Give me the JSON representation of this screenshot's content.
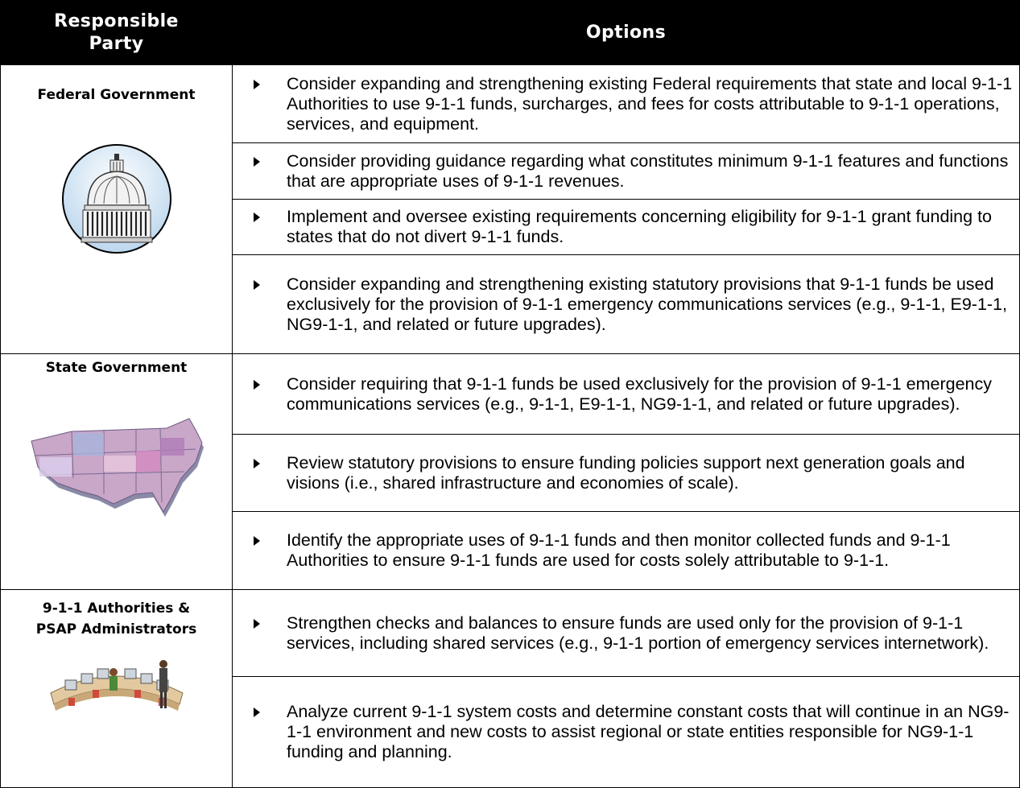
{
  "table": {
    "header": {
      "party": "Responsible Party",
      "options": "Options"
    },
    "groups": [
      {
        "party": "Federal Government",
        "icon": "capitol-dome-icon",
        "options": [
          "Consider expanding and strengthening existing Federal requirements that state and local 9-1-1 Authorities to use 9-1-1 funds, surcharges, and fees for costs attributable to 9-1-1 operations, services, and equipment.",
          "Consider providing guidance regarding what constitutes minimum 9-1-1 features and functions that are appropriate uses of 9-1-1 revenues.",
          "Implement and oversee existing requirements concerning eligibility for 9-1-1 grant funding to states that do not divert 9-1-1 funds.",
          "Consider expanding and strengthening existing statutory provisions that 9-1-1 funds be used exclusively for the provision of 9-1-1 emergency communications services (e.g., 9-1-1, E9-1-1, NG9-1-1, and related or future upgrades)."
        ]
      },
      {
        "party": "State Government",
        "icon": "us-map-icon",
        "options": [
          "Consider requiring that 9-1-1 funds be used exclusively for the provision of 9-1-1 emergency communications services (e.g., 9-1-1, E9-1-1, NG9-1-1, and related or future upgrades).",
          "Review statutory provisions to ensure funding policies support next generation goals and visions (i.e., shared infrastructure and economies of scale).",
          "Identify the appropriate uses of 9-1-1 funds and then monitor collected funds and 9-1-1 Authorities to ensure 9-1-1 funds are used for costs solely attributable to 9-1-1."
        ]
      },
      {
        "party": "9-1-1 Authorities &\nPSAP Administrators",
        "icon": "dispatch-center-icon",
        "options": [
          "Strengthen checks and balances to ensure funds are used only for the provision of 9-1-1 services, including shared services (e.g., 9-1-1 portion of emergency services internetwork).",
          "Analyze current 9-1-1 system costs and determine constant costs that will continue in an NG9-1-1 environment and new costs to assist regional or state entities responsible for NG9-1-1 funding and planning."
        ]
      }
    ]
  }
}
